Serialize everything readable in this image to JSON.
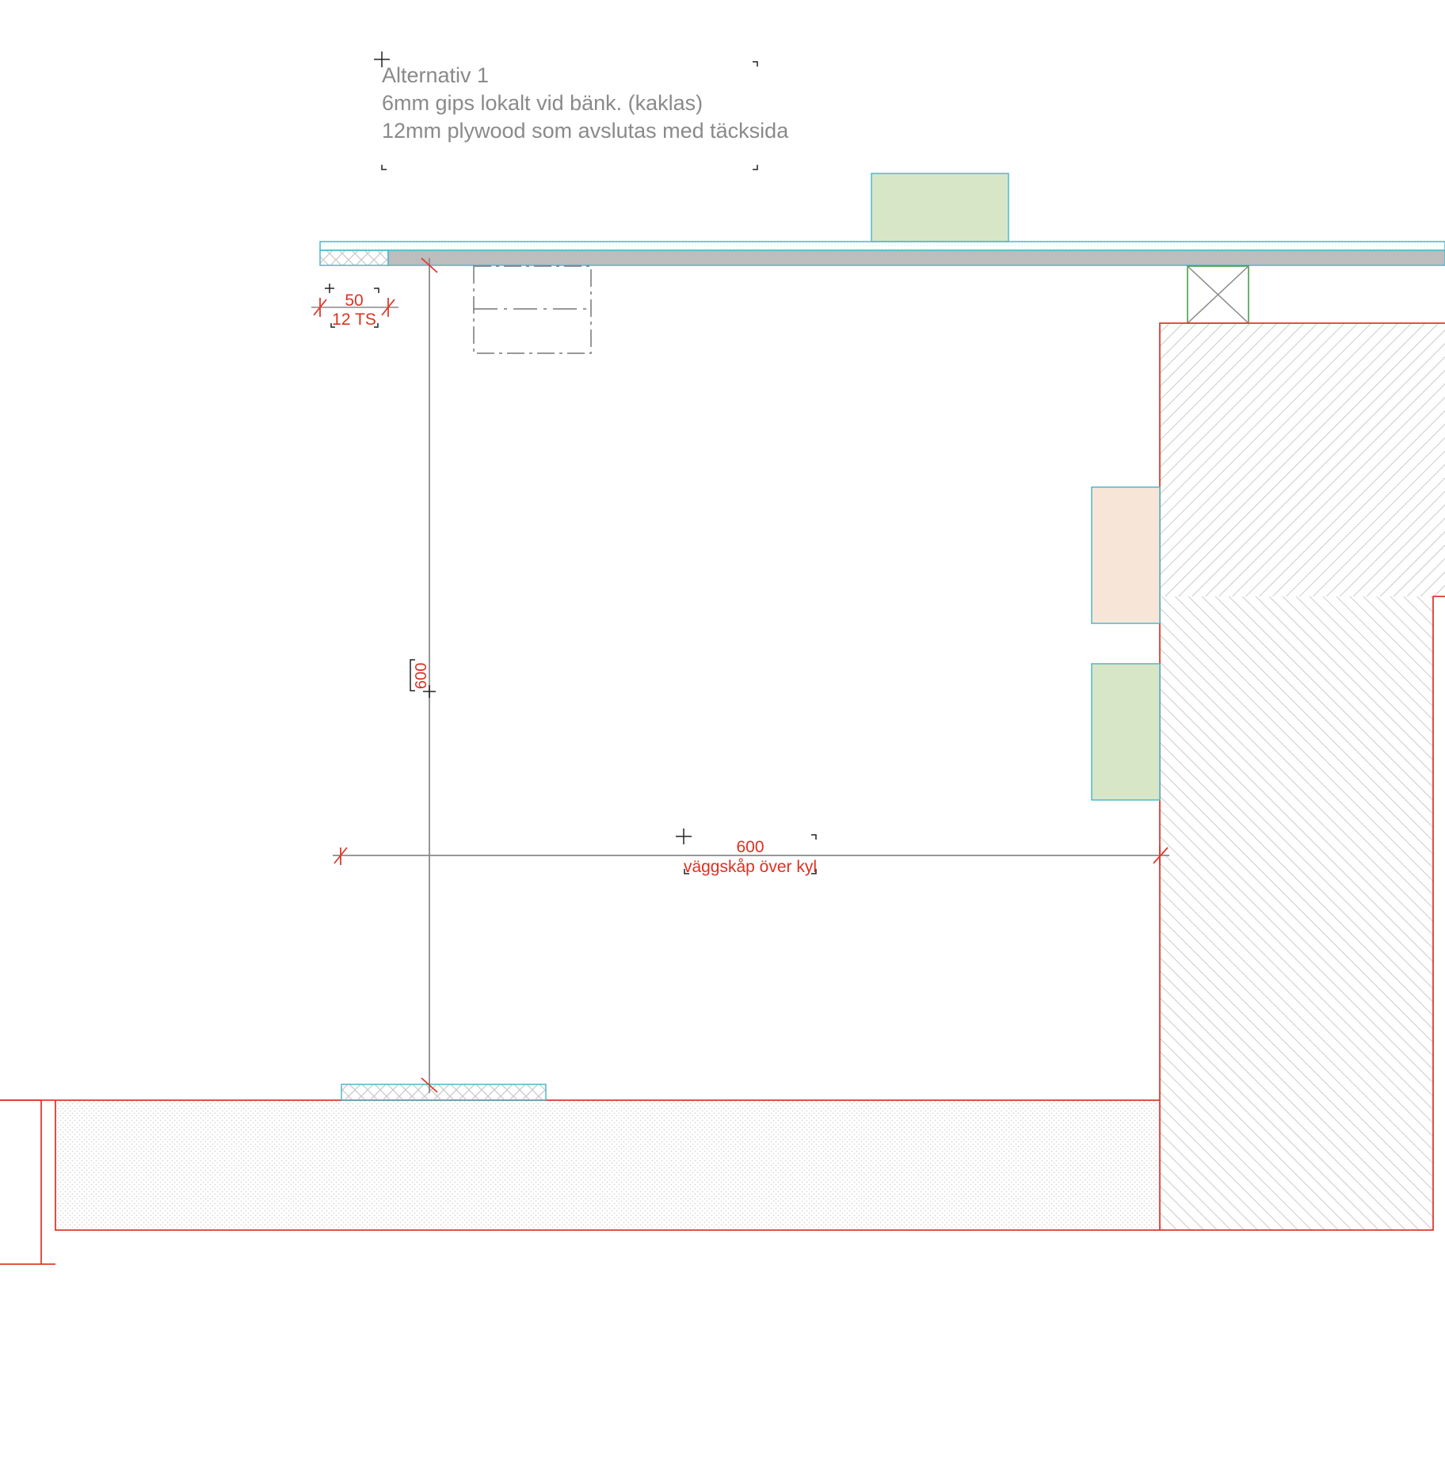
{
  "note": {
    "line1": "Alternativ 1",
    "line2": "6mm gips lokalt vid bänk. (kaklas)",
    "line3": "12mm plywood som avslutas med täcksida"
  },
  "dimensions": {
    "small_value": "50",
    "small_label": "12 TS",
    "vertical_value": "600",
    "horizontal_value": "600",
    "horizontal_label": "väggskåp över kyl"
  },
  "colors": {
    "wall_outline": "#e03a2e",
    "panel_outline": "#4fb8cc",
    "green_fill": "#d8e6c8",
    "peach_fill": "#f7e6d8",
    "gray_strip": "#bdbdbd",
    "dim_text": "#e03020",
    "note_text": "#8a8a8a"
  }
}
